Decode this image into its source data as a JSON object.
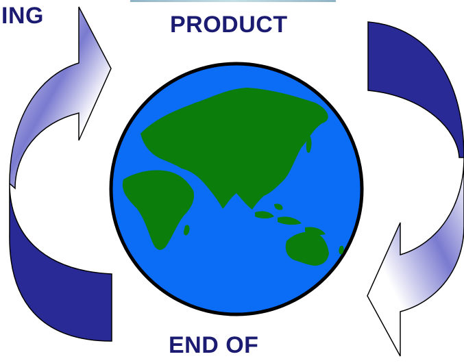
{
  "labels": {
    "left": "ING",
    "top": "PRODUCT",
    "bottom": "END OF"
  },
  "colors": {
    "text": "#1b1b72",
    "arrow_dark": "#2a2a96",
    "arrow_light": "#ffffff",
    "arrow_shade": "#6a6ac8",
    "ocean": "#0b6cf5",
    "land": "#0a7d0a",
    "outline": "#000000"
  },
  "icons": {
    "globe": "globe-icon",
    "arrow_left": "cycle-arrow-up-icon",
    "arrow_right": "cycle-arrow-down-icon"
  }
}
